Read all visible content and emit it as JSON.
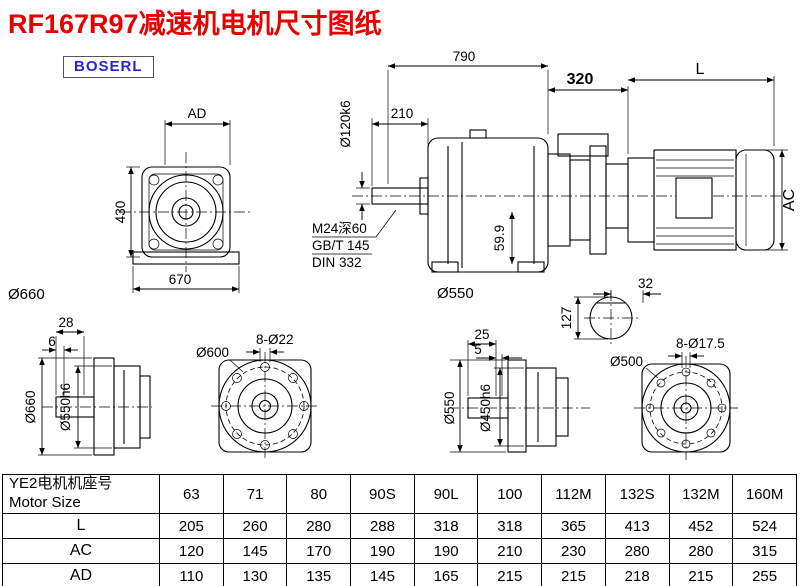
{
  "page": {
    "title": "RF167R97减速机电机尺寸图纸",
    "brand": "BOSERL"
  },
  "drawing": {
    "top_length": "790",
    "adapter_length": "320",
    "motor_length": "L",
    "shaft_length": "210",
    "shaft_dia": "Ø120k6",
    "front_ad": "AD",
    "front_height": "430",
    "front_width": "670",
    "front_flange_dia": "Ø660",
    "thread_spec": "M24深60",
    "thread_std1": "GB/T 145",
    "thread_std2": "DIN 332",
    "key_height": "59.9",
    "output_flange_dia": "Ø550",
    "motor_ac": "AC",
    "key_width": "32",
    "shaft_section_dia": "127",
    "bl_dim1": "28",
    "bl_dim2": "6",
    "bl_flange_od": "Ø660",
    "bl_spigot": "Ø550h6",
    "bl_bolt_circle": "Ø600",
    "bl_holes": "8-Ø22",
    "bm_dim1": "25",
    "bm_dim2": "5",
    "bm_flange_od": "Ø550",
    "bm_spigot": "Ø450h6",
    "br_bolt_circle": "Ø500",
    "br_holes": "8-Ø17.5"
  },
  "table": {
    "header_cn": "YE2电机机座号",
    "header_en": "Motor Size",
    "frame_sizes": [
      "63",
      "71",
      "80",
      "90S",
      "90L",
      "100",
      "112M",
      "132S",
      "132M",
      "160M"
    ],
    "rows": [
      {
        "label": "L",
        "values": [
          "205",
          "260",
          "280",
          "288",
          "318",
          "318",
          "365",
          "413",
          "452",
          "524"
        ]
      },
      {
        "label": "AC",
        "values": [
          "120",
          "145",
          "170",
          "190",
          "190",
          "210",
          "230",
          "280",
          "280",
          "315"
        ]
      },
      {
        "label": "AD",
        "values": [
          "110",
          "130",
          "135",
          "145",
          "165",
          "215",
          "215",
          "218",
          "215",
          "255"
        ]
      }
    ]
  }
}
